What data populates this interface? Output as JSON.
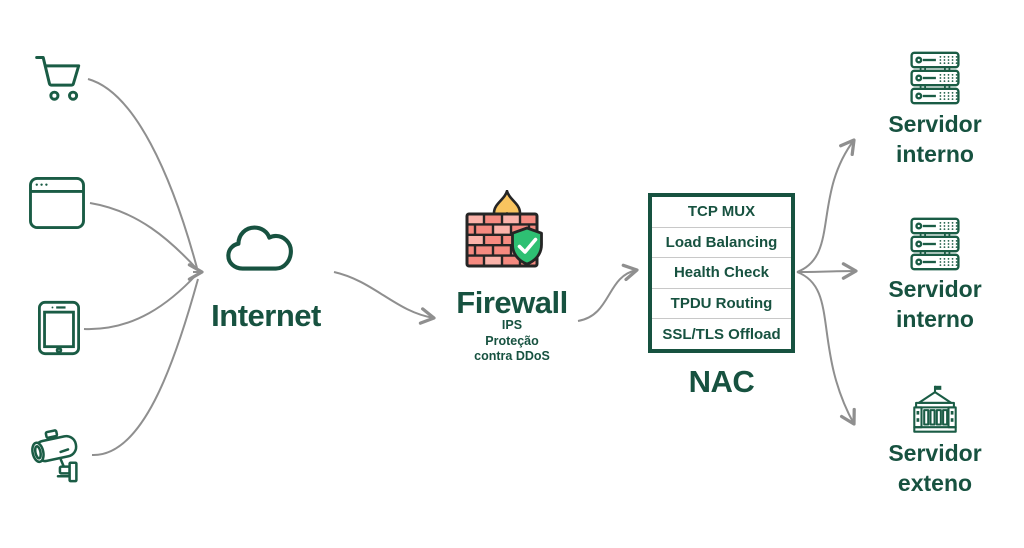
{
  "colors": {
    "accent_green": "#175240",
    "icon_green": "#1a5c45",
    "arrow_gray": "#8f8f8f",
    "brick_red": "#f58a80",
    "brick_light": "#fab3aa",
    "flame_yellow": "#f9c45f",
    "shield_green": "#2ec073",
    "nac_divider": "#c8c8c8"
  },
  "sources": [
    {
      "icon": "shopping-cart-icon"
    },
    {
      "icon": "browser-window-icon"
    },
    {
      "icon": "tablet-icon"
    },
    {
      "icon": "cctv-camera-icon"
    }
  ],
  "internet": {
    "icon": "cloud-icon",
    "label": "Internet"
  },
  "firewall": {
    "icon": "firewall-icon",
    "label": "Firewall",
    "subtitle_lines": [
      "IPS",
      "Proteção",
      "contra DDoS"
    ]
  },
  "nac": {
    "label": "NAC",
    "rows": [
      "TCP MUX",
      "Load Balancing",
      "Health Check",
      "TPDU Routing",
      "SSL/TLS Offload"
    ]
  },
  "servers": [
    {
      "icon": "server-rack-icon",
      "label_line1": "Servidor",
      "label_line2": "interno"
    },
    {
      "icon": "server-rack-icon",
      "label_line1": "Servidor",
      "label_line2": "interno"
    },
    {
      "icon": "government-building-icon",
      "label_line1": "Servidor",
      "label_line2": "exteno"
    }
  ]
}
